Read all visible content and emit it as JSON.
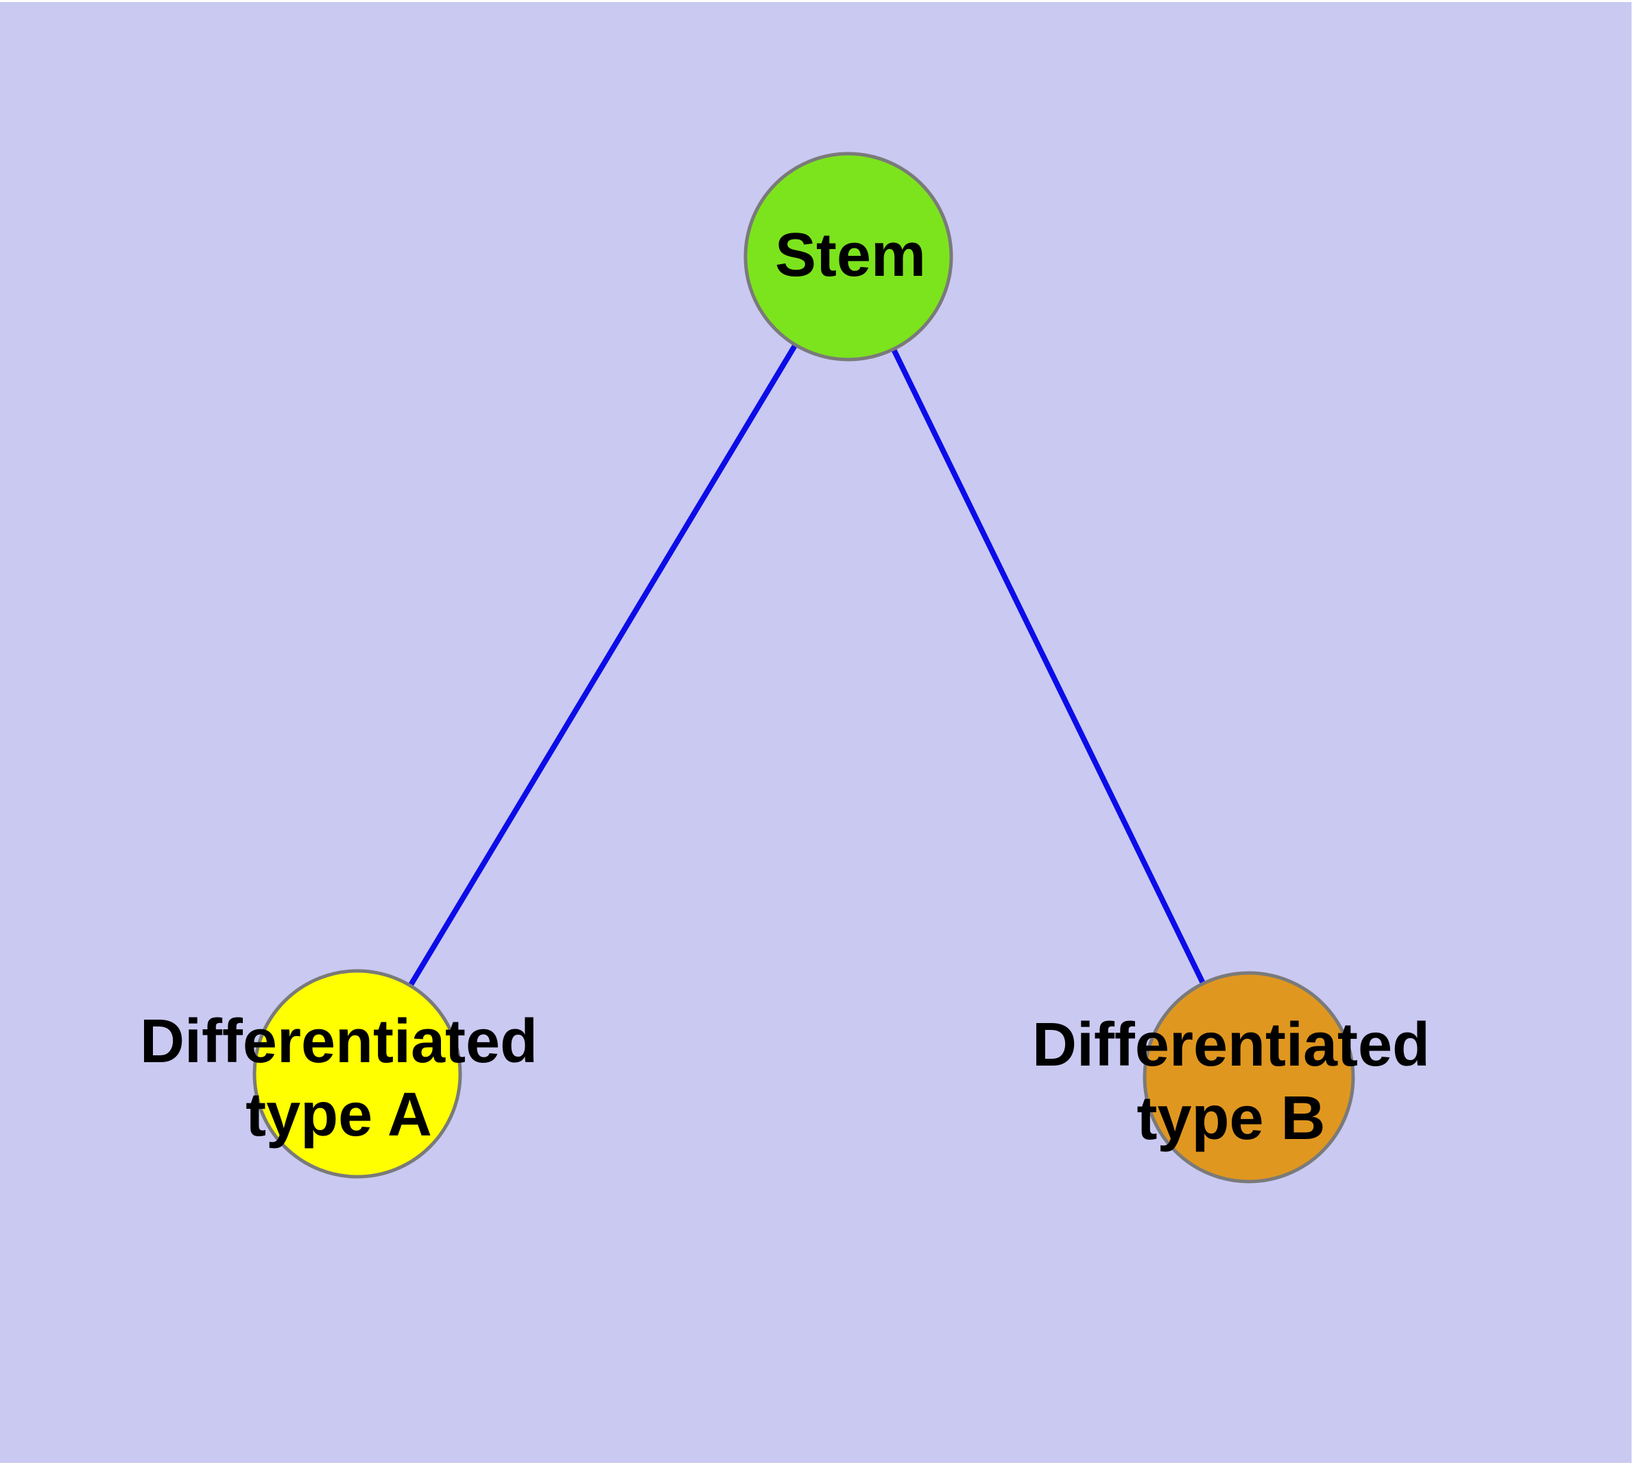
{
  "diagram": {
    "type": "node-link-graph",
    "description": "Cell lineage graph: a stem node connected to two differentiated cell type nodes",
    "colors": {
      "page_background": "#ffffff",
      "canvas_background": "#c9c9f2",
      "edge": "#0c0ce8",
      "node_border": "#7a7a7a",
      "label": "#000000"
    },
    "nodes": [
      {
        "id": "stem",
        "label": "Stem",
        "label_lines": [
          "Stem"
        ],
        "fill": "#7ce41c"
      },
      {
        "id": "differentiated-type-a",
        "label": "Differentiated type A",
        "label_lines": [
          "Differentiated",
          "type A"
        ],
        "fill": "#ffff00"
      },
      {
        "id": "differentiated-type-b",
        "label": "Differentiated type B",
        "label_lines": [
          "Differentiated",
          "type B"
        ],
        "fill": "#e0971f"
      }
    ],
    "edges": [
      {
        "from": "Stem",
        "to": "Differentiated type A"
      },
      {
        "from": "Stem",
        "to": "Differentiated type B"
      }
    ]
  }
}
